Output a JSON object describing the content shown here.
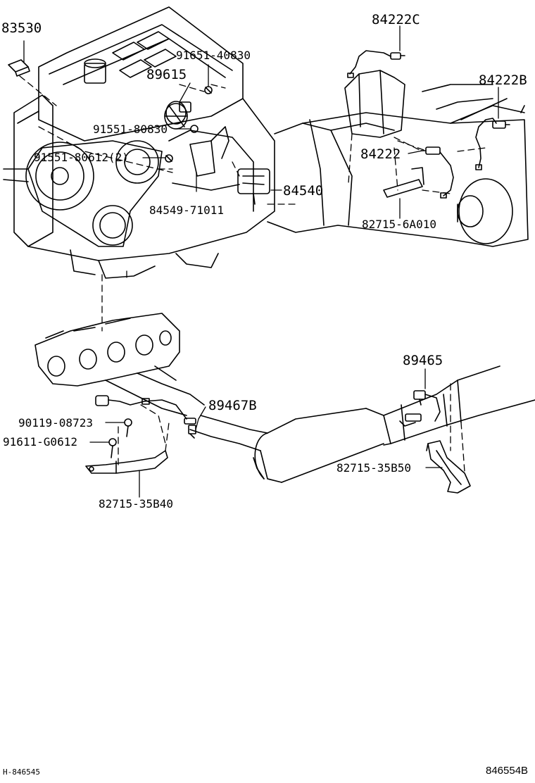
{
  "labels": {
    "p83530": "83530",
    "p91651_40830": "91651-40830",
    "p89615": "89615",
    "p91551_80830": "91551-80830",
    "p91551_80612": "91551-80612(2)",
    "p84549_71011": "84549-71011",
    "p84540": "84540",
    "p84222C": "84222C",
    "p84222B": "84222B",
    "p84222": "84222",
    "p82715_6A010": "82715-6A010",
    "p89465": "89465",
    "p89467B": "89467B",
    "p90119_08723": "90119-08723",
    "p91611_G0612": "91611-G0612",
    "p82715_35B40": "82715-35B40",
    "p82715_35B50": "82715-35B50"
  },
  "footer": {
    "left_code": "H-846545",
    "right_code": "846554B"
  }
}
